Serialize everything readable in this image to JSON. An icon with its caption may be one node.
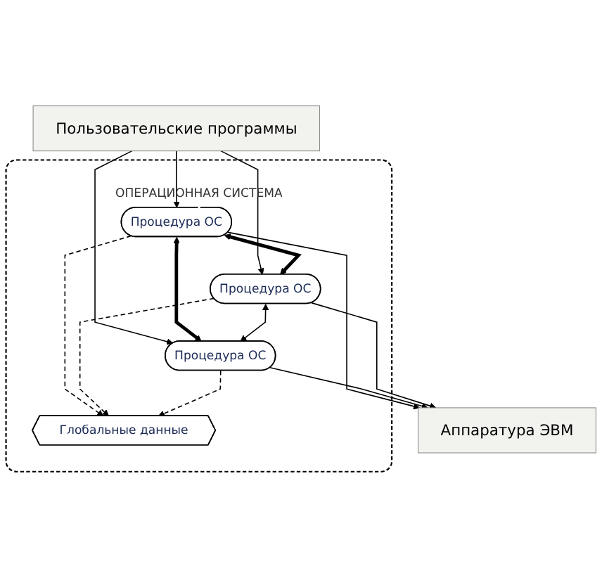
{
  "diagram": {
    "nodes": [
      {
        "text": [
          "Пользовательские программы"
        ]
      },
      {
        "text": [
          "ОПЕРАЦИОННАЯ СИСТЕМА"
        ]
      },
      {
        "text": [
          "Процедура ОС"
        ],
        "in": 1
      },
      {
        "text": [
          "Процедура ОС"
        ],
        "in": 1
      },
      {
        "text": [
          "Глобальные данные"
        ],
        "in": 1
      },
      {
        "text": [
          "Процедура ОС"
        ],
        "in": 1
      },
      {
        "text": [
          "Аппаратура ЭВМ"
        ]
      }
    ],
    "edges": [
      {
        "from": 0,
        "to": 2,
        "arrow": "to"
      },
      {
        "from": 0,
        "to": 5,
        "arrow": "to"
      },
      {
        "from": 0,
        "to": 3,
        "arrow": "to"
      },
      {
        "from": 2,
        "to": 3,
        "arrow": "both",
        "style": "thick"
      },
      {
        "from": 2,
        "to": 5,
        "arrow": "both",
        "style": "thick"
      },
      {
        "from": 2,
        "to": 4,
        "arrow": "to",
        "style": "dashed"
      },
      {
        "from": 3,
        "to": 4,
        "arrow": "to",
        "style": "dashed"
      },
      {
        "from": 5,
        "to": 4,
        "arrow": "to",
        "style": "dashed"
      },
      {
        "from": 3,
        "to": 5,
        "arrow": "both"
      },
      {
        "from": 2,
        "to": 6,
        "arrow": "to"
      },
      {
        "from": 5,
        "to": 6,
        "arrow": "to"
      },
      {
        "from": 3,
        "to": 6,
        "arrow": "to"
      }
    ]
  }
}
